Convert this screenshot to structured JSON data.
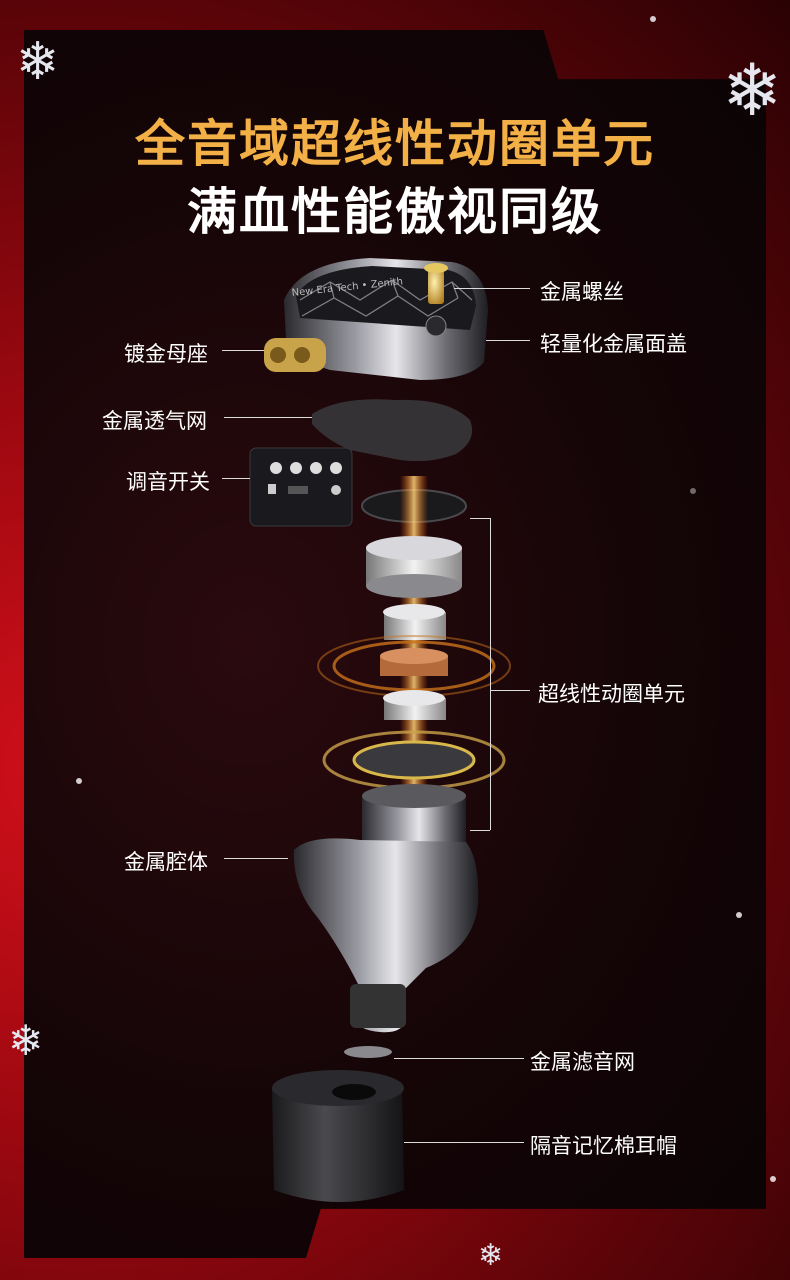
{
  "title_line1": "全音域超线性动圈单元",
  "title_line2": "满血性能傲视同级",
  "shell_engraving": "New Era Tech • Zenith",
  "labels": {
    "screw": "金属螺丝",
    "faceplate": "轻量化金属面盖",
    "socket": "镀金母座",
    "mesh": "金属透气网",
    "switch": "调音开关",
    "driver": "超线性动圈单元",
    "cavity": "金属腔体",
    "filter": "金属滤音网",
    "eartip": "隔音记忆棉耳帽"
  },
  "colors": {
    "accent": "#f2b047",
    "background_red": "#c20a14",
    "panel": "#150507"
  },
  "icons": [
    "snowflake-icon"
  ]
}
